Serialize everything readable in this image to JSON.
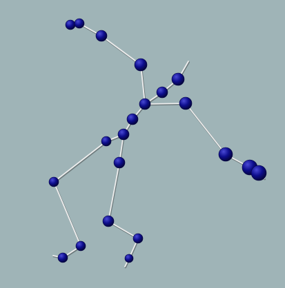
{
  "scene": {
    "background_color": "#9fb4b7",
    "bone_color": "#eeeeee",
    "bone_shadow_color": "#6d7a7c",
    "joint_color": "#0d0d8c",
    "joint_highlight_color": "#4a4ad6",
    "joint_shadow_color": "#05053f"
  },
  "skeleton": {
    "joints": [
      {
        "id": "left-hand-tip-a"
      },
      {
        "id": "left-hand-tip-b"
      },
      {
        "id": "left-wrist"
      },
      {
        "id": "left-elbow"
      },
      {
        "id": "spine-shoulder"
      },
      {
        "id": "neck"
      },
      {
        "id": "head"
      },
      {
        "id": "right-shoulder"
      },
      {
        "id": "right-elbow"
      },
      {
        "id": "right-wrist"
      },
      {
        "id": "right-hand-tip"
      },
      {
        "id": "spine-mid"
      },
      {
        "id": "spine-base"
      },
      {
        "id": "left-hip"
      },
      {
        "id": "left-knee"
      },
      {
        "id": "left-ankle"
      },
      {
        "id": "left-foot"
      },
      {
        "id": "right-hip"
      },
      {
        "id": "right-knee"
      },
      {
        "id": "right-ankle"
      },
      {
        "id": "right-foot"
      }
    ],
    "bones": [
      [
        "left-hand-tip-a",
        "left-hand-tip-b"
      ],
      [
        "left-hand-tip-b",
        "left-wrist"
      ],
      [
        "left-wrist",
        "left-elbow"
      ],
      [
        "left-elbow",
        "spine-shoulder"
      ],
      [
        "spine-shoulder",
        "neck"
      ],
      [
        "neck",
        "head"
      ],
      [
        "spine-shoulder",
        "right-shoulder"
      ],
      [
        "right-shoulder",
        "right-elbow"
      ],
      [
        "right-elbow",
        "right-wrist"
      ],
      [
        "right-wrist",
        "right-hand-tip"
      ],
      [
        "spine-shoulder",
        "spine-mid"
      ],
      [
        "spine-mid",
        "spine-base"
      ],
      [
        "spine-base",
        "left-hip"
      ],
      [
        "left-hip",
        "left-knee"
      ],
      [
        "left-knee",
        "left-ankle"
      ],
      [
        "left-ankle",
        "left-foot"
      ],
      [
        "spine-base",
        "right-hip"
      ],
      [
        "right-hip",
        "right-knee"
      ],
      [
        "right-knee",
        "right-ankle"
      ],
      [
        "right-ankle",
        "right-foot"
      ]
    ]
  }
}
